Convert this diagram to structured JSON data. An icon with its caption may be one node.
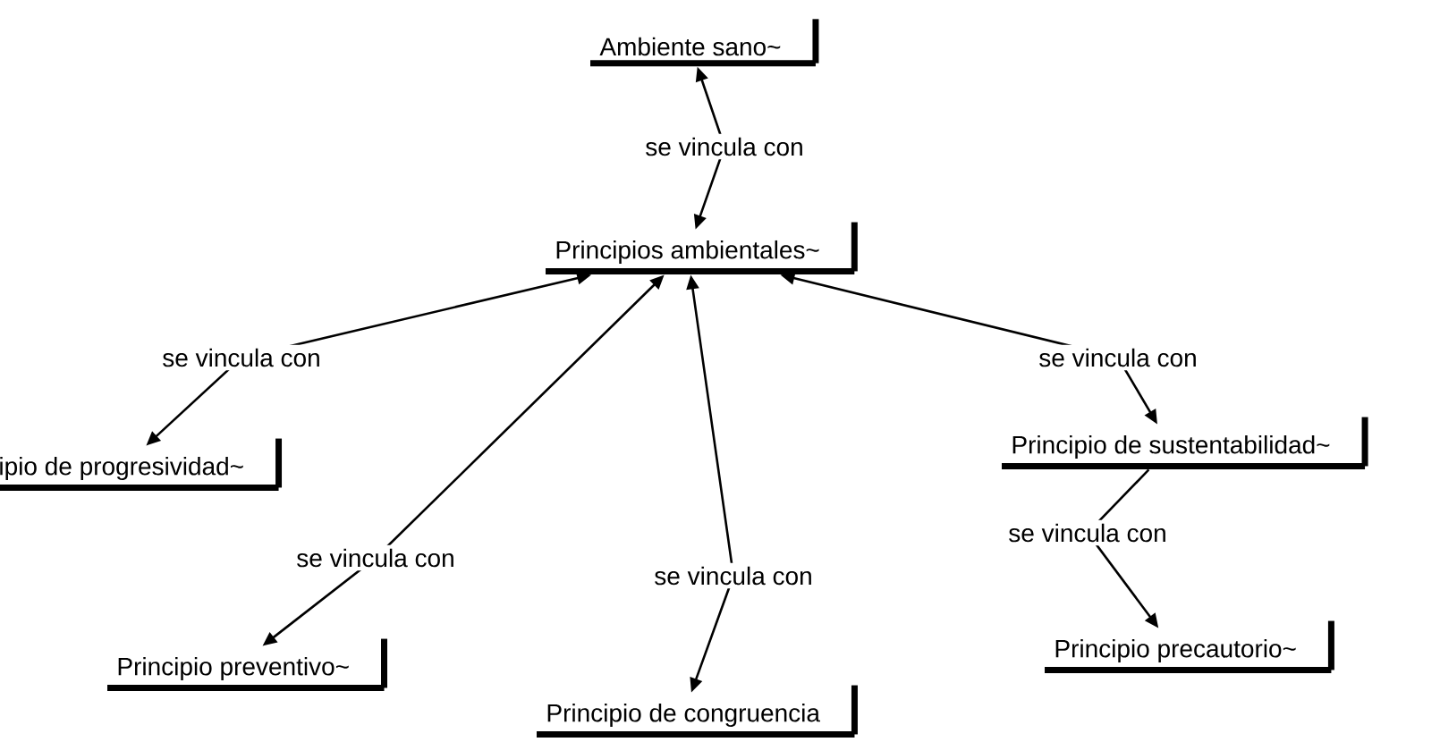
{
  "diagram": {
    "nodes": [
      {
        "text": [
          "Ambiente sano~"
        ]
      },
      {
        "text": [
          "Principios ambientales~"
        ]
      },
      {
        "text": [
          "ipio de progresividad~"
        ]
      },
      {
        "text": [
          "Principio de sustentabilidad~"
        ]
      },
      {
        "text": [
          "Principio preventivo~"
        ]
      },
      {
        "text": [
          "Principio de congruencia"
        ]
      },
      {
        "text": [
          "Principio precautorio~"
        ]
      }
    ],
    "edges": [
      {
        "from": 0,
        "to": 1,
        "arrow": "both",
        "label": "se vincula con"
      },
      {
        "from": 1,
        "to": 2,
        "arrow": "both",
        "label": "se vincula con"
      },
      {
        "from": 1,
        "to": 3,
        "arrow": "both",
        "label": "se vincula con"
      },
      {
        "from": 1,
        "to": 4,
        "arrow": "both",
        "label": "se vincula con"
      },
      {
        "from": 1,
        "to": 5,
        "arrow": "both",
        "label": "se vincula con"
      },
      {
        "from": 3,
        "to": 6,
        "arrow": "to",
        "label": "se vincula con"
      }
    ]
  }
}
